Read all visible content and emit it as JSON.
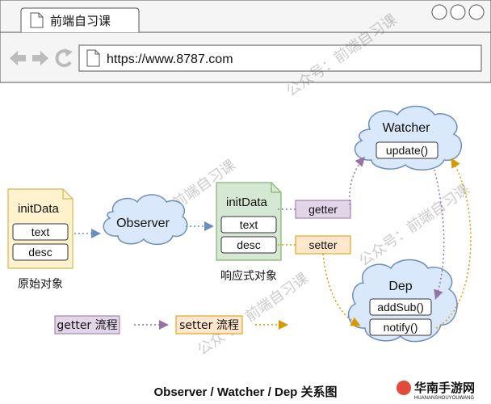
{
  "browser": {
    "tab_title": "前端自习课",
    "url": "https://www.8787.com"
  },
  "diagram": {
    "init_doc": {
      "title": "initData",
      "fields": [
        "text",
        "desc"
      ],
      "caption": "原始对象"
    },
    "observer": {
      "label": "Observer"
    },
    "reactive_doc": {
      "title": "initData",
      "fields": [
        "text",
        "desc"
      ],
      "caption": "响应式对象"
    },
    "getter_label": "getter",
    "setter_label": "setter",
    "watcher": {
      "label": "Watcher",
      "method": "update()"
    },
    "dep": {
      "label": "Dep",
      "methods": [
        "addSub()",
        "notify()"
      ]
    },
    "legend": {
      "getter_flow": "getter 流程",
      "setter_flow": "setter 流程"
    },
    "title": "Observer / Watcher / Dep 关系图",
    "colors": {
      "doc_yellow": "#fff2cc",
      "doc_yellow_stroke": "#d6b656",
      "doc_green": "#d5e8d4",
      "doc_green_stroke": "#82b366",
      "cloud_blue": "#dae8fc",
      "cloud_stroke": "#6c8ebf",
      "getter_purple": "#e1d5e7",
      "getter_stroke": "#9673a6",
      "setter_orange": "#ffe6cc",
      "setter_stroke": "#d79b00"
    }
  },
  "watermarks": [
    "公众号：前端自习课",
    "华南手游网",
    "HUANANSHOUYOUWANG"
  ]
}
